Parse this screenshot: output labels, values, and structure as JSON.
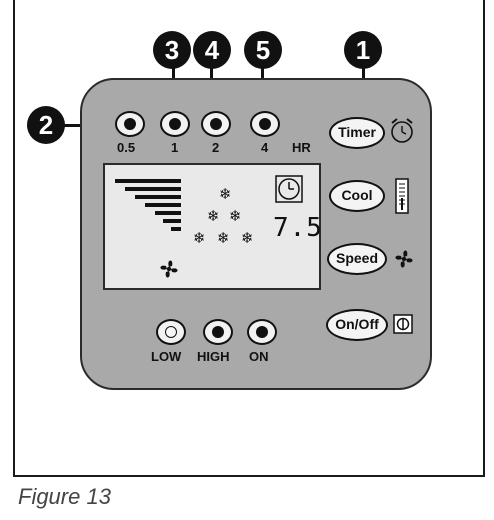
{
  "callouts": {
    "c1": "1",
    "c2": "2",
    "c3": "3",
    "c4": "4",
    "c5": "5"
  },
  "timer_hours": {
    "h05": "0.5",
    "h1": "1",
    "h2": "2",
    "h4": "4",
    "unit": "HR"
  },
  "display": {
    "temperature": "7.5",
    "snowflake": "❄"
  },
  "buttons": {
    "timer": "Timer",
    "cool": "Cool",
    "speed": "Speed",
    "onoff": "On/Off"
  },
  "fan_indicators": {
    "low": "LOW",
    "high": "HIGH",
    "on": "ON"
  },
  "caption": "Figure 13",
  "icons": [
    "alarm-clock-icon",
    "thermometer-icon",
    "fan-icon",
    "power-icon",
    "clock-icon"
  ]
}
